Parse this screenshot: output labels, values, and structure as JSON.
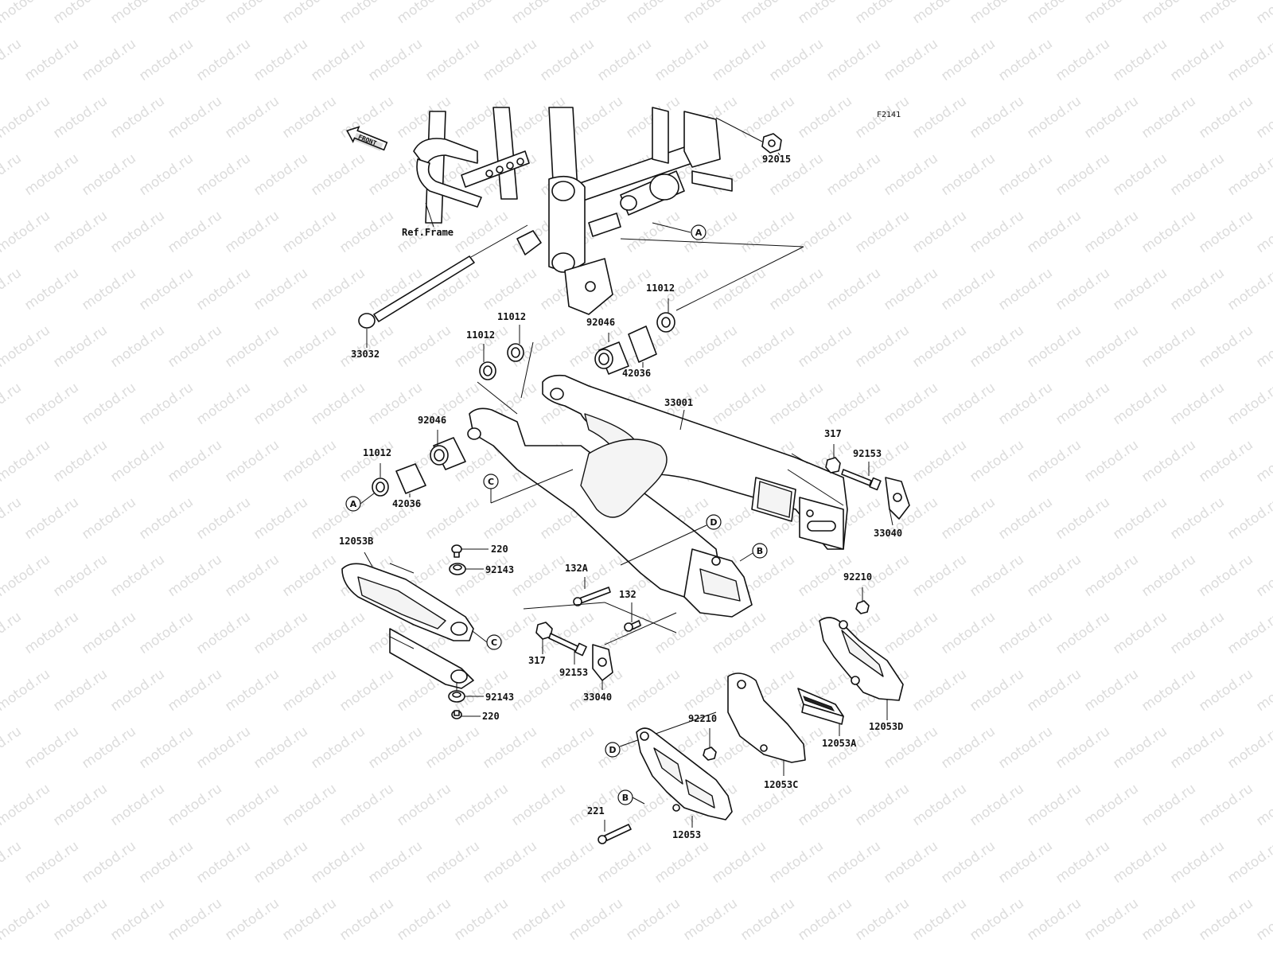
{
  "diagram_code": "F2141",
  "front_arrow": "FRONT",
  "labels": {
    "ref_frame": "Ref.Frame",
    "p92015": "92015",
    "p33032": "33032",
    "p11012_a": "11012",
    "p11012_b": "11012",
    "p11012_c": "11012",
    "p11012_d": "11012",
    "p92046_a": "92046",
    "p92046_b": "92046",
    "p42036_a": "42036",
    "p42036_b": "42036",
    "p33001": "33001",
    "p317_a": "317",
    "p317_b": "317",
    "p92153_a": "92153",
    "p92153_b": "92153",
    "p33040_a": "33040",
    "p33040_b": "33040",
    "p12053B": "12053B",
    "p220_a": "220",
    "p220_b": "220",
    "p92143_a": "92143",
    "p92143_b": "92143",
    "p132A": "132A",
    "p132": "132",
    "p92210_a": "92210",
    "p92210_b": "92210",
    "p12053D": "12053D",
    "p12053A": "12053A",
    "p12053C": "12053C",
    "p221": "221",
    "p12053": "12053"
  },
  "callouts": {
    "A1": "A",
    "A2": "A",
    "B1": "B",
    "B2": "B",
    "C1": "C",
    "C2": "C",
    "D1": "D",
    "D2": "D"
  },
  "watermark": "motod.ru"
}
